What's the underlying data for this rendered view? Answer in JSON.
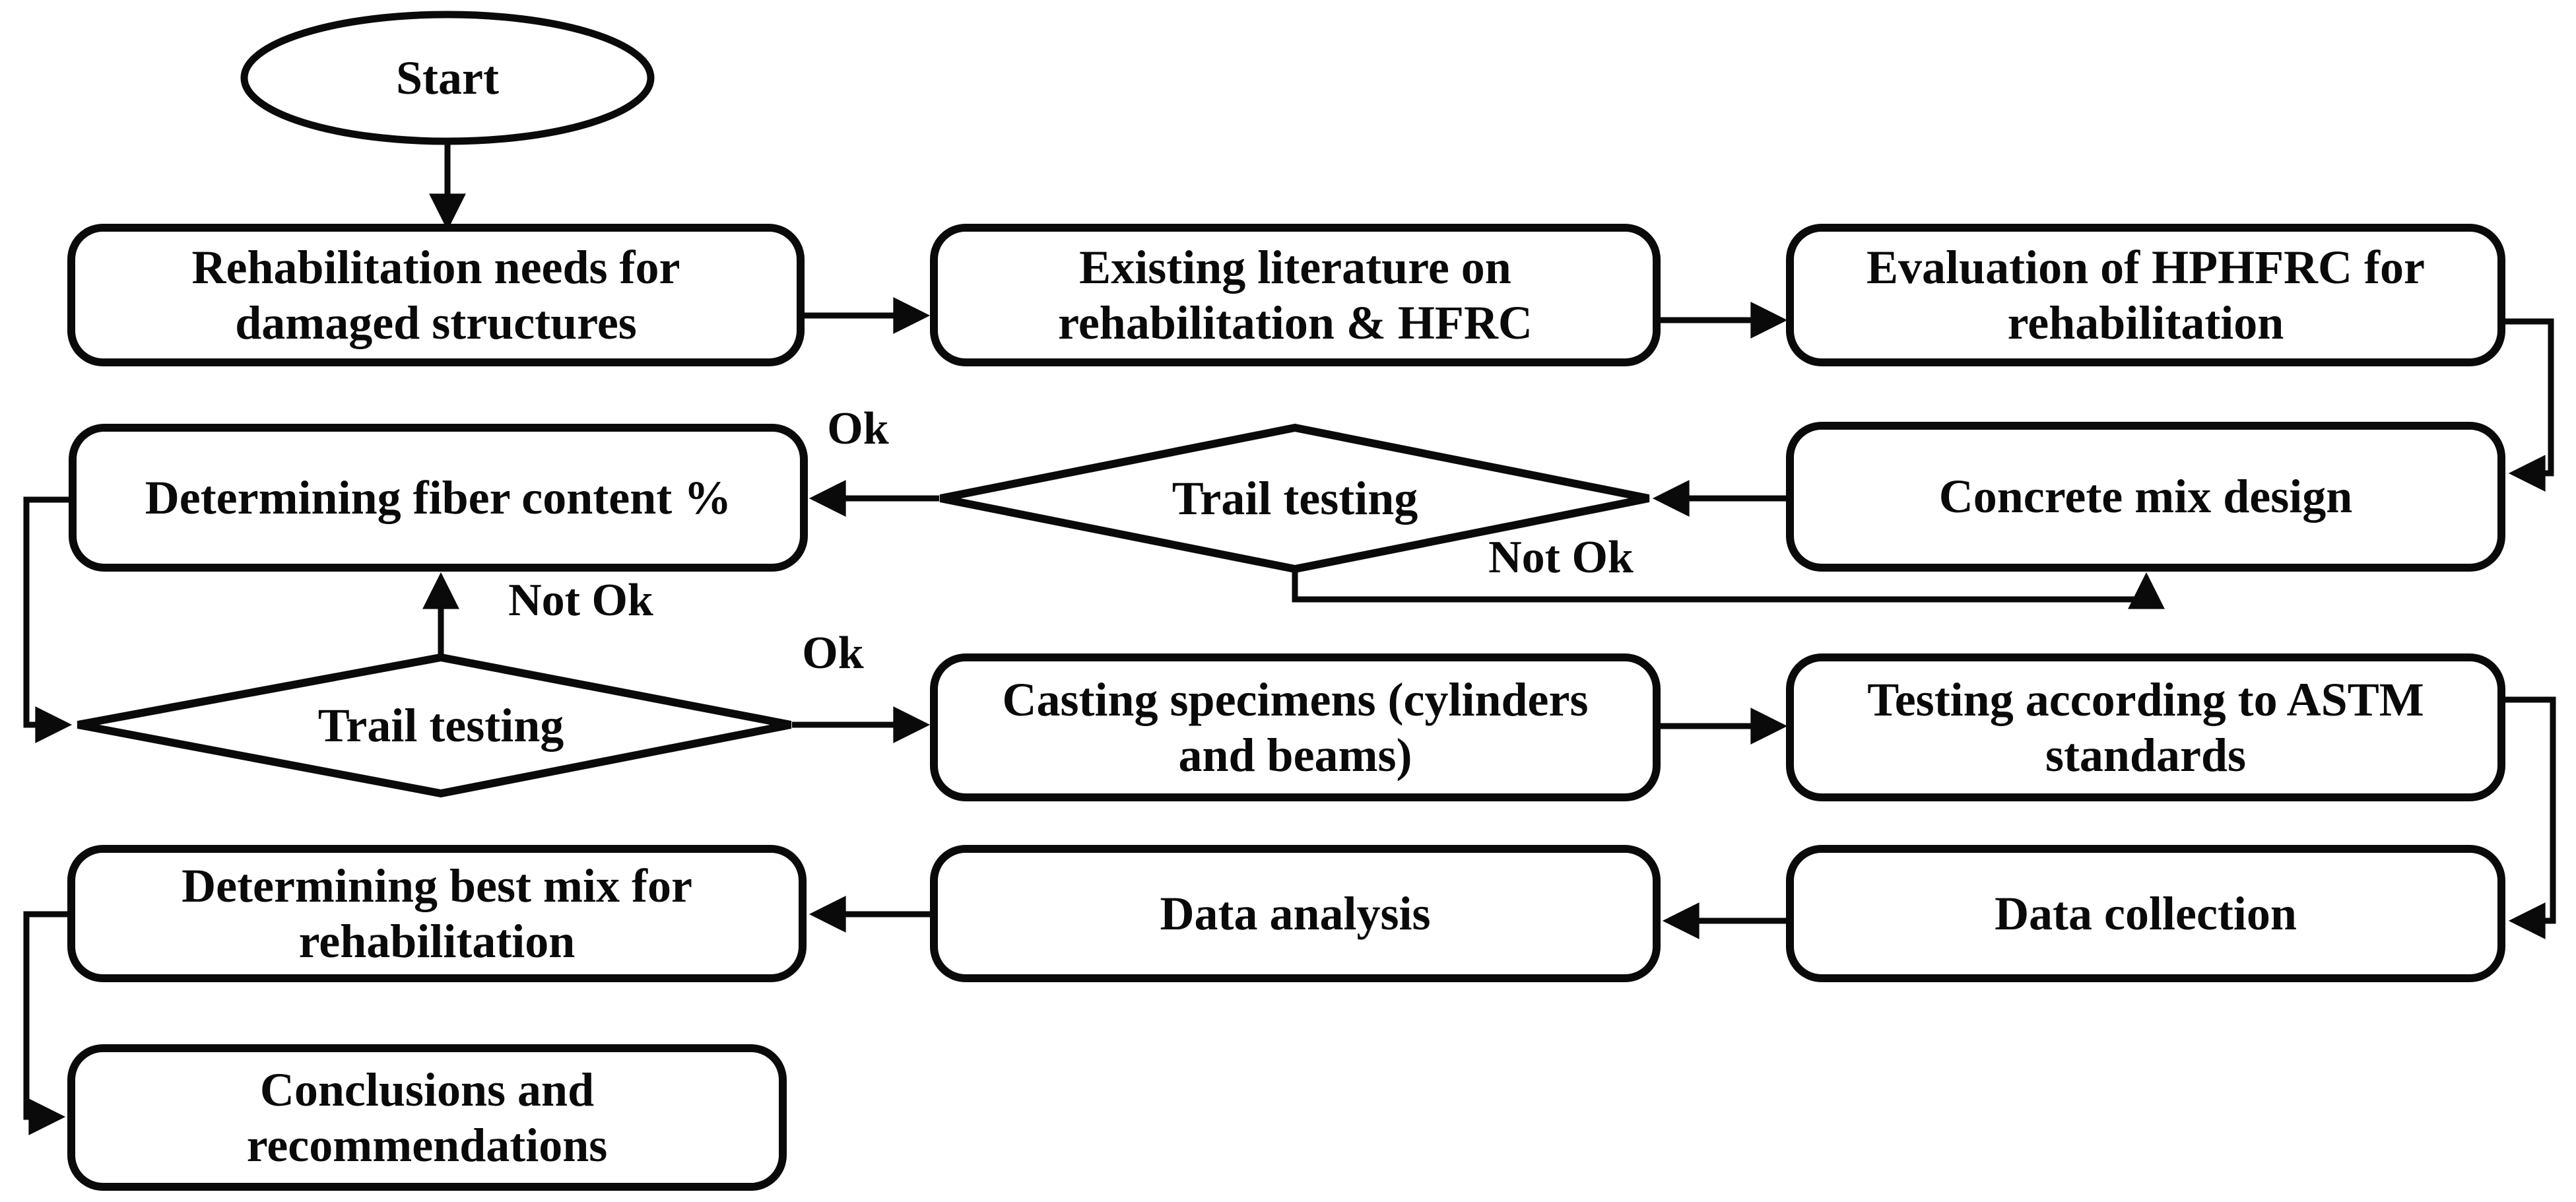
{
  "diagram": {
    "type": "flowchart",
    "background_color": "#ffffff",
    "stroke_color": "#0a0a0a",
    "node_fill_color": "#ffffff",
    "nodes": {
      "start": {
        "label": "Start",
        "shape": "terminator"
      },
      "rehab_needs": {
        "label": "Rehabilitation needs for damaged structures",
        "shape": "process"
      },
      "literature": {
        "label": "Existing literature on rehabilitation & HFRC",
        "shape": "process"
      },
      "evaluation": {
        "label": "Evaluation of HPHFRC for rehabilitation",
        "shape": "process"
      },
      "fiber_content": {
        "label": "Determining fiber content %",
        "shape": "process"
      },
      "trail_testing_1": {
        "label": "Trail testing",
        "shape": "decision"
      },
      "concrete_mix": {
        "label": "Concrete mix design",
        "shape": "process"
      },
      "trail_testing_2": {
        "label": "Trail testing",
        "shape": "decision"
      },
      "casting": {
        "label": "Casting specimens (cylinders and beams)",
        "shape": "process"
      },
      "astm_testing": {
        "label": "Testing according to ASTM standards",
        "shape": "process"
      },
      "best_mix": {
        "label": "Determining best mix for rehabilitation",
        "shape": "process"
      },
      "data_analysis": {
        "label": "Data analysis",
        "shape": "process"
      },
      "data_collection": {
        "label": "Data collection",
        "shape": "process"
      },
      "conclusions": {
        "label": "Conclusions and recommendations",
        "shape": "process"
      }
    },
    "edge_labels": {
      "trail1_ok": "Ok",
      "trail1_not_ok": "Not Ok",
      "trail2_not_ok": "Not Ok",
      "trail2_ok": "Ok"
    }
  }
}
